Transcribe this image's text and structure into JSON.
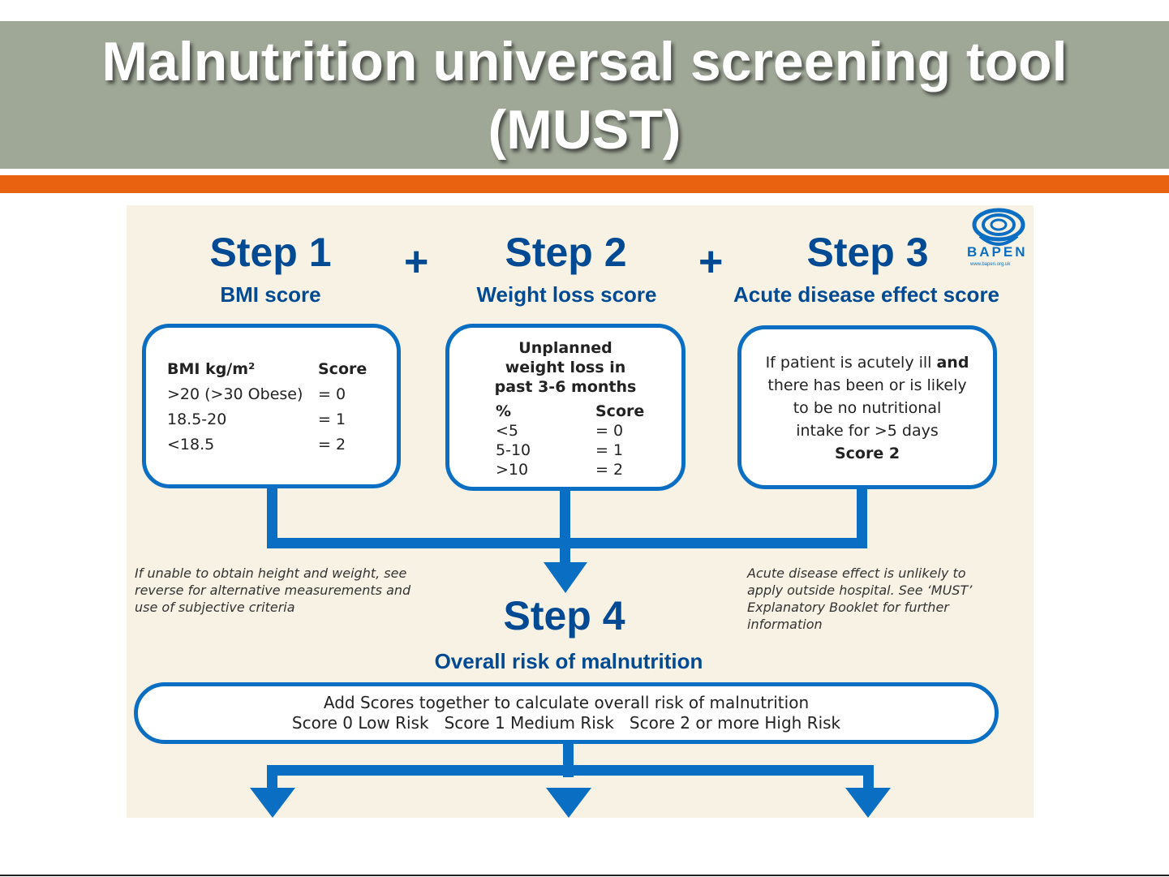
{
  "slide": {
    "title_line1": "Malnutrition universal screening tool",
    "title_line2": "(MUST)"
  },
  "logo": {
    "name": "BAPEN",
    "url": "www.bapen.org.uk"
  },
  "steps": {
    "plus": "+",
    "step1": {
      "heading": "Step 1",
      "subtitle": "BMI score",
      "col1_header": "BMI kg/m²",
      "col2_header": "Score",
      "rows": [
        {
          "range": ">20 (>30 Obese)",
          "score": "= 0"
        },
        {
          "range": "18.5-20",
          "score": "= 1"
        },
        {
          "range": "<18.5",
          "score": "= 2"
        }
      ]
    },
    "step2": {
      "heading": "Step 2",
      "subtitle": "Weight loss score",
      "title_lines": [
        "Unplanned",
        "weight loss in",
        "past 3-6 months"
      ],
      "col1_header": "%",
      "col2_header": "Score",
      "rows": [
        {
          "range": "<5",
          "score": "= 0"
        },
        {
          "range": "5-10",
          "score": "= 1"
        },
        {
          "range": ">10",
          "score": "= 2"
        }
      ]
    },
    "step3": {
      "heading": "Step 3",
      "subtitle": "Acute disease effect score",
      "text_line1_a": "If patient is acutely ill ",
      "text_line1_b": "and",
      "text_line2": "there has been or is likely",
      "text_line3": "to be no nutritional",
      "text_line4": "intake for >5 days",
      "score": "Score 2"
    },
    "step4": {
      "heading": "Step 4",
      "subtitle": "Overall risk of malnutrition",
      "line1": "Add Scores together to calculate overall risk of malnutrition",
      "line2": "Score 0 Low Risk   Score 1 Medium Risk   Score 2 or more High Risk"
    }
  },
  "notes": {
    "left": [
      "If unable to obtain height and weight, see",
      "reverse for alternative measurements and",
      "use of subjective criteria"
    ],
    "right": [
      "Acute disease effect is unlikely to",
      "apply outside hospital. See ‘MUST’",
      "Explanatory Booklet for further",
      "information"
    ]
  },
  "colors": {
    "title_band": "#9fa797",
    "accent": "#e8620f",
    "panel": "#f8f2e4",
    "brand_blue": "#004a93",
    "line_blue": "#0a6ec2"
  }
}
